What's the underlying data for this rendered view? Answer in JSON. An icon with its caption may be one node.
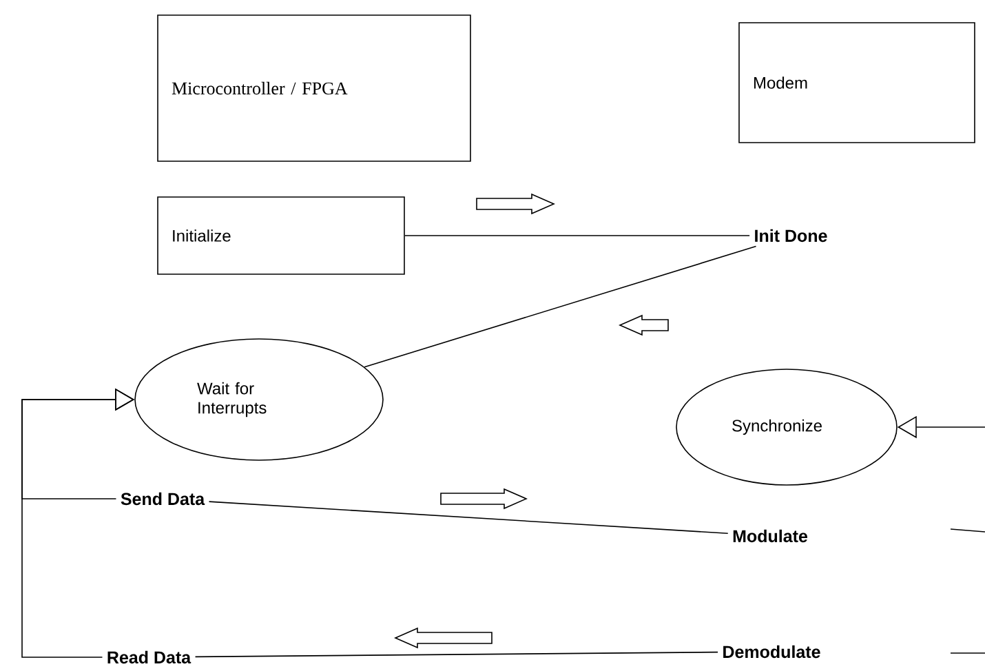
{
  "diagram": {
    "nodes": [
      {
        "text": [
          "Microcontroller / FPGA"
        ]
      },
      {
        "text": [
          "Modem"
        ]
      },
      {
        "text": [
          "Initialize"
        ]
      },
      {
        "text": [
          "Init Done"
        ]
      },
      {
        "text": [
          "Wait for Interrupts"
        ]
      },
      {
        "text": [
          "Synchronize"
        ]
      },
      {
        "text": [
          "Send Data"
        ]
      },
      {
        "text": [
          "Modulate"
        ]
      },
      {
        "text": [
          "Read Data"
        ]
      },
      {
        "text": [
          "Demodulate"
        ]
      }
    ],
    "edges": [
      {
        "from": 2,
        "to": 3,
        "arrow": "none"
      },
      {
        "from": 3,
        "to": 4,
        "arrow": "none"
      },
      {
        "from": 6,
        "to": 7,
        "arrow": "none"
      },
      {
        "from": 8,
        "to": 9,
        "arrow": "none"
      },
      {
        "from": 6,
        "to": 4,
        "arrow": "to"
      },
      {
        "from": 8,
        "to": 4,
        "arrow": "to"
      },
      {
        "from": null,
        "to": 5,
        "arrow": "to"
      }
    ]
  }
}
